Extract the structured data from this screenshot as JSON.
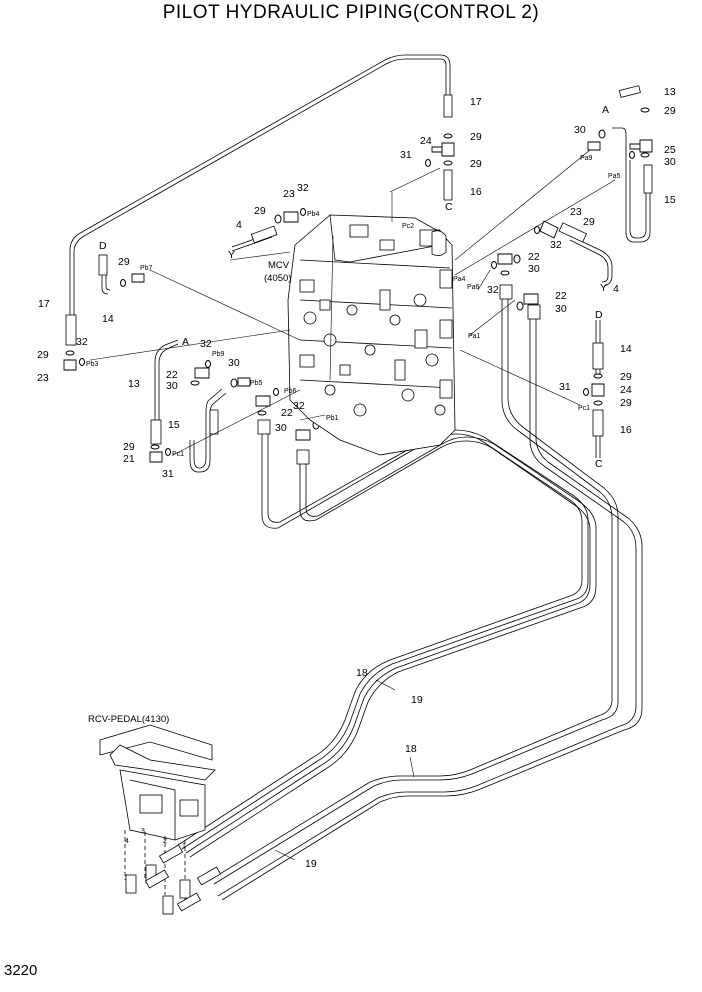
{
  "title": "PILOT HYDRAULIC PIPING(CONTROL 2)",
  "page_number": "3220",
  "components": {
    "mcv": "MCV\n(4050)",
    "rcv": "RCV-PEDAL(4130)"
  },
  "labels": [
    "13",
    "29",
    "30",
    "25",
    "30",
    "15",
    "17",
    "29",
    "24",
    "31",
    "29",
    "16",
    "32",
    "23",
    "29",
    "4",
    "23",
    "29",
    "32",
    "22",
    "30",
    "32",
    "22",
    "30",
    "4",
    "17",
    "D",
    "29",
    "14",
    "32",
    "29",
    "23",
    "A",
    "32",
    "13",
    "22",
    "30",
    "30",
    "15",
    "32",
    "22",
    "30",
    "29",
    "21",
    "31",
    "D",
    "14",
    "29",
    "31",
    "24",
    "29",
    "16",
    "C",
    "C",
    "A",
    "Y",
    "Y",
    "18",
    "19",
    "18",
    "19",
    "4",
    "3",
    "2",
    "1"
  ],
  "ports": [
    "Pa9",
    "Pa5",
    "Pc2",
    "Pb4",
    "Pa4",
    "Pa6",
    "Pb7",
    "Pa1",
    "Pb3",
    "Pb9",
    "Pb5",
    "Pb6",
    "Pb1",
    "Pc1",
    "Pc1"
  ]
}
